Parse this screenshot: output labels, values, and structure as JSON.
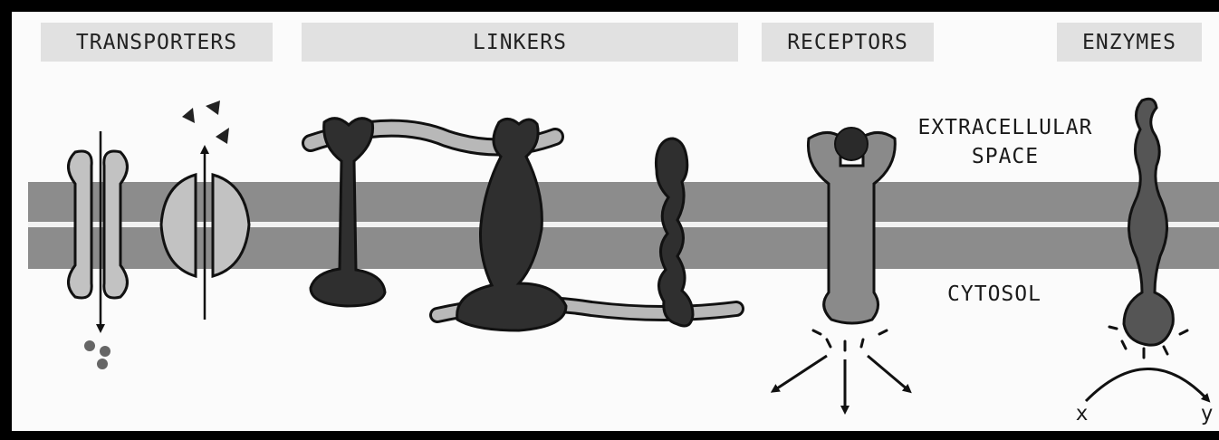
{
  "categories": {
    "transporters": "TRANSPORTERS",
    "linkers": "LINKERS",
    "receptors": "RECEPTORS",
    "enzymes": "ENZYMES"
  },
  "regions": {
    "extracellular_line1": "EXTRACELLULAR",
    "extracellular_line2": "SPACE",
    "cytosol": "CYTOSOL"
  },
  "reaction": {
    "substrate": "x",
    "product": "y"
  },
  "colors": {
    "membrane": "#8c8c8c",
    "membrane_gap": "#f2f2f2",
    "transporter": "#c2c2c2",
    "linker_dark": "#2f2f2f",
    "linker_light": "#b8b8b8",
    "receptor": "#8a8a8a",
    "ligand": "#2a2a2a",
    "enzyme": "#555555",
    "header_bg": "#e1e1e1"
  }
}
